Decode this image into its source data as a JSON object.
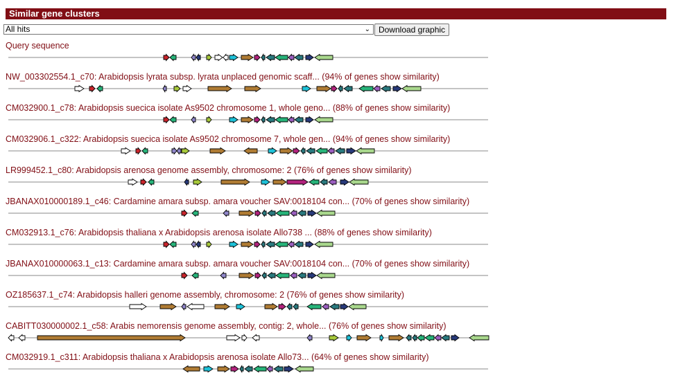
{
  "header": {
    "title": "Similar gene clusters"
  },
  "filter": {
    "selected": "All hits"
  },
  "toolbar": {
    "download_label": "Download graphic"
  },
  "colors": {
    "title": "#810e15",
    "gene_brown": "#b07c34",
    "gene_cyan": "#1ec2d9",
    "gene_magenta": "#b3237e",
    "gene_teal": "#2a7a7f",
    "gene_green": "#27b47a",
    "gene_purple": "#9b5fc0",
    "gene_navy": "#283a7a",
    "gene_lightgreen": "#a9d88d",
    "gene_red": "#c9252c",
    "gene_olive": "#a7c93b",
    "gene_lavender": "#8f86c9",
    "gene_white": "#ffffff"
  },
  "tracks": [
    {
      "label": "Query sequence",
      "genes": [
        [
          236,
          244,
          1,
          "red"
        ],
        [
          245,
          254,
          -1,
          "green"
        ],
        [
          276,
          282,
          -1,
          "lavender"
        ],
        [
          283,
          289,
          -1,
          "navy"
        ],
        [
          298,
          305,
          1,
          "olive"
        ],
        [
          310,
          321,
          1,
          "white"
        ],
        [
          322,
          329,
          -1,
          "white"
        ],
        [
          331,
          343,
          1,
          "cyan"
        ],
        [
          348,
          365,
          1,
          "brown"
        ],
        [
          367,
          375,
          1,
          "magenta"
        ],
        [
          377,
          382,
          -1,
          "teal"
        ],
        [
          384,
          396,
          -1,
          "teal"
        ],
        [
          397,
          415,
          -1,
          "green"
        ],
        [
          416,
          424,
          -1,
          "purple"
        ],
        [
          425,
          437,
          -1,
          "teal"
        ],
        [
          441,
          452,
          1,
          "navy"
        ],
        [
          454,
          480,
          -1,
          "lightgreen"
        ]
      ]
    },
    {
      "label": "NW_003302554.1_c70: Arabidopsis lyrata subsp. lyrata unplaced genomic scaff... (94% of genes show similarity)",
      "genes": [
        [
          108,
          121,
          1,
          "white"
        ],
        [
          129,
          137,
          1,
          "red"
        ],
        [
          140,
          148,
          -1,
          "green"
        ],
        [
          235,
          240,
          -1,
          "lavender"
        ],
        [
          251,
          260,
          1,
          "olive"
        ],
        [
          264,
          276,
          1,
          "white"
        ],
        [
          300,
          334,
          1,
          "brown"
        ],
        [
          353,
          376,
          1,
          "brown"
        ],
        [
          436,
          448,
          1,
          "cyan"
        ],
        [
          457,
          477,
          1,
          "brown"
        ],
        [
          478,
          486,
          1,
          "magenta"
        ],
        [
          488,
          494,
          -1,
          "teal"
        ],
        [
          496,
          508,
          -1,
          "teal"
        ],
        [
          518,
          538,
          -1,
          "green"
        ],
        [
          539,
          548,
          -1,
          "purple"
        ],
        [
          550,
          563,
          -1,
          "teal"
        ],
        [
          567,
          579,
          1,
          "navy"
        ],
        [
          580,
          607,
          -1,
          "lightgreen"
        ]
      ]
    },
    {
      "label": "CM032900.1_c78: Arabidopsis suecica isolate As9502 chromosome 1, whole geno... (88% of genes show similarity)",
      "genes": [
        [
          236,
          244,
          1,
          "red"
        ],
        [
          245,
          254,
          -1,
          "green"
        ],
        [
          276,
          282,
          -1,
          "lavender"
        ],
        [
          298,
          305,
          1,
          "olive"
        ],
        [
          331,
          343,
          1,
          "cyan"
        ],
        [
          348,
          365,
          1,
          "brown"
        ],
        [
          367,
          375,
          1,
          "magenta"
        ],
        [
          377,
          382,
          -1,
          "teal"
        ],
        [
          384,
          396,
          -1,
          "teal"
        ],
        [
          397,
          415,
          -1,
          "green"
        ],
        [
          416,
          424,
          -1,
          "purple"
        ],
        [
          425,
          437,
          -1,
          "teal"
        ],
        [
          441,
          452,
          1,
          "navy"
        ],
        [
          454,
          480,
          -1,
          "lightgreen"
        ]
      ]
    },
    {
      "label": "CM032906.1_c322: Arabidopsis suecica isolate As9502 chromosome 7, whole gen... (94% of genes show similarity)",
      "genes": [
        [
          175,
          188,
          1,
          "white"
        ],
        [
          196,
          203,
          1,
          "red"
        ],
        [
          205,
          213,
          -1,
          "green"
        ],
        [
          248,
          255,
          1,
          "lavender"
        ],
        [
          255,
          261,
          -1,
          "lavender"
        ],
        [
          262,
          273,
          1,
          "olive"
        ],
        [
          303,
          325,
          1,
          "brown"
        ],
        [
          352,
          371,
          -1,
          "brown"
        ],
        [
          387,
          399,
          1,
          "cyan"
        ],
        [
          404,
          422,
          1,
          "brown"
        ],
        [
          423,
          432,
          1,
          "magenta"
        ],
        [
          434,
          440,
          -1,
          "teal"
        ],
        [
          442,
          454,
          -1,
          "teal"
        ],
        [
          456,
          472,
          -1,
          "green"
        ],
        [
          473,
          482,
          -1,
          "purple"
        ],
        [
          484,
          497,
          -1,
          "teal"
        ],
        [
          500,
          513,
          1,
          "navy"
        ],
        [
          514,
          540,
          -1,
          "lightgreen"
        ]
      ]
    },
    {
      "label": "LR999452.1_c80: Arabidopsis arenosa genome assembly, chromosome: 2 (76% of genes show similarity)",
      "genes": [
        [
          185,
          198,
          1,
          "white"
        ],
        [
          203,
          211,
          1,
          "red"
        ],
        [
          214,
          222,
          -1,
          "green"
        ],
        [
          266,
          272,
          -1,
          "navy"
        ],
        [
          279,
          291,
          1,
          "olive"
        ],
        [
          319,
          360,
          1,
          "brown"
        ],
        [
          377,
          389,
          1,
          "cyan"
        ],
        [
          394,
          413,
          1,
          "brown"
        ],
        [
          414,
          444,
          1,
          "magenta"
        ],
        [
          446,
          460,
          -1,
          "green"
        ],
        [
          462,
          472,
          -1,
          "teal"
        ],
        [
          474,
          485,
          -1,
          "purple"
        ],
        [
          491,
          503,
          1,
          "navy"
        ],
        [
          504,
          531,
          -1,
          "lightgreen"
        ]
      ]
    },
    {
      "label": "JBANAX010000189.1_c46: Cardamine amara subsp. amara voucher SAV:0018104 con... (70% of genes show similarity)",
      "genes": [
        [
          262,
          270,
          1,
          "red"
        ],
        [
          277,
          286,
          -1,
          "green"
        ],
        [
          322,
          330,
          -1,
          "lavender"
        ],
        [
          345,
          366,
          1,
          "brown"
        ],
        [
          368,
          376,
          1,
          "magenta"
        ],
        [
          378,
          384,
          -1,
          "teal"
        ],
        [
          386,
          397,
          -1,
          "teal"
        ],
        [
          398,
          417,
          -1,
          "green"
        ],
        [
          419,
          428,
          -1,
          "purple"
        ],
        [
          430,
          441,
          -1,
          "teal"
        ],
        [
          444,
          456,
          1,
          "navy"
        ],
        [
          457,
          483,
          -1,
          "lightgreen"
        ]
      ]
    },
    {
      "label": "CM032913.1_c76: Arabidopsis thaliana x Arabidopsis arenosa isolate Allo738 ... (88% of genes show similarity)",
      "genes": [
        [
          236,
          244,
          1,
          "red"
        ],
        [
          245,
          254,
          -1,
          "green"
        ],
        [
          276,
          282,
          -1,
          "lavender"
        ],
        [
          283,
          289,
          -1,
          "navy"
        ],
        [
          298,
          305,
          1,
          "olive"
        ],
        [
          331,
          343,
          1,
          "cyan"
        ],
        [
          348,
          365,
          1,
          "brown"
        ],
        [
          367,
          375,
          1,
          "magenta"
        ],
        [
          377,
          382,
          -1,
          "teal"
        ],
        [
          384,
          396,
          -1,
          "teal"
        ],
        [
          397,
          415,
          -1,
          "green"
        ],
        [
          416,
          424,
          -1,
          "purple"
        ],
        [
          425,
          437,
          -1,
          "teal"
        ],
        [
          441,
          452,
          1,
          "navy"
        ],
        [
          454,
          480,
          -1,
          "lightgreen"
        ]
      ]
    },
    {
      "label": "JBANAX010000063.1_c13: Cardamine amara subsp. amara voucher SAV:0018104 con... (70% of genes show similarity)",
      "genes": [
        [
          262,
          270,
          1,
          "red"
        ],
        [
          277,
          286,
          -1,
          "green"
        ],
        [
          318,
          326,
          -1,
          "lavender"
        ],
        [
          345,
          366,
          1,
          "brown"
        ],
        [
          368,
          376,
          1,
          "magenta"
        ],
        [
          378,
          384,
          -1,
          "teal"
        ],
        [
          386,
          397,
          -1,
          "teal"
        ],
        [
          398,
          417,
          -1,
          "green"
        ],
        [
          419,
          428,
          -1,
          "purple"
        ],
        [
          430,
          441,
          -1,
          "teal"
        ],
        [
          444,
          456,
          1,
          "navy"
        ],
        [
          457,
          483,
          -1,
          "lightgreen"
        ]
      ]
    },
    {
      "label": "OZ185637.1_c74: Arabidopsis halleri genome assembly, chromosome: 2 (76% of genes show similarity)",
      "genes": [
        [
          187,
          211,
          1,
          "white"
        ],
        [
          231,
          254,
          1,
          "brown"
        ],
        [
          262,
          268,
          -1,
          "lavender"
        ],
        [
          270,
          294,
          -1,
          "white"
        ],
        [
          310,
          331,
          1,
          "brown"
        ],
        [
          341,
          353,
          1,
          "cyan"
        ],
        [
          382,
          400,
          1,
          "brown"
        ],
        [
          402,
          412,
          1,
          "magenta"
        ],
        [
          414,
          421,
          -1,
          "teal"
        ],
        [
          423,
          430,
          -1,
          "teal"
        ],
        [
          443,
          463,
          -1,
          "green"
        ],
        [
          465,
          474,
          -1,
          "purple"
        ],
        [
          476,
          489,
          -1,
          "teal"
        ],
        [
          491,
          502,
          1,
          "navy"
        ],
        [
          503,
          528,
          -1,
          "lightgreen"
        ]
      ]
    },
    {
      "label": "CABITT030000002.1_c58: Arabis nemorensis genome assembly, contig: 2, whole... (76% of genes show similarity)",
      "genes": [
        [
          12,
          20,
          -1,
          "white"
        ],
        [
          27,
          36,
          -1,
          "white"
        ],
        [
          54,
          267,
          1,
          "brown"
        ],
        [
          327,
          346,
          1,
          "white"
        ],
        [
          349,
          356,
          1,
          "white"
        ],
        [
          364,
          374,
          -1,
          "white"
        ],
        [
          443,
          450,
          -1,
          "lavender"
        ],
        [
          475,
          488,
          1,
          "olive"
        ],
        [
          500,
          507,
          1,
          "cyan"
        ],
        [
          515,
          535,
          1,
          "brown"
        ],
        [
          548,
          553,
          1,
          "cyan"
        ],
        [
          561,
          582,
          1,
          "brown"
        ],
        [
          586,
          593,
          -1,
          "teal"
        ],
        [
          595,
          601,
          -1,
          "teal"
        ],
        [
          602,
          612,
          -1,
          "green"
        ],
        [
          613,
          626,
          -1,
          "green"
        ],
        [
          627,
          636,
          -1,
          "purple"
        ],
        [
          637,
          648,
          -1,
          "teal"
        ],
        [
          651,
          662,
          1,
          "navy"
        ],
        [
          677,
          705,
          -1,
          "lightgreen"
        ]
      ]
    },
    {
      "label": "CM032919.1_c311: Arabidopsis thaliana x Arabidopsis arenosa isolate Allo73... (64% of genes show similarity)",
      "genes": [
        [
          264,
          288,
          -1,
          "brown"
        ],
        [
          294,
          307,
          1,
          "cyan"
        ],
        [
          314,
          331,
          1,
          "brown"
        ],
        [
          333,
          344,
          1,
          "magenta"
        ],
        [
          346,
          351,
          -1,
          "teal"
        ],
        [
          353,
          364,
          -1,
          "teal"
        ],
        [
          366,
          384,
          -1,
          "green"
        ],
        [
          385,
          393,
          -1,
          "purple"
        ],
        [
          395,
          408,
          -1,
          "teal"
        ],
        [
          410,
          423,
          1,
          "navy"
        ],
        [
          426,
          452,
          -1,
          "lightgreen"
        ]
      ]
    }
  ]
}
